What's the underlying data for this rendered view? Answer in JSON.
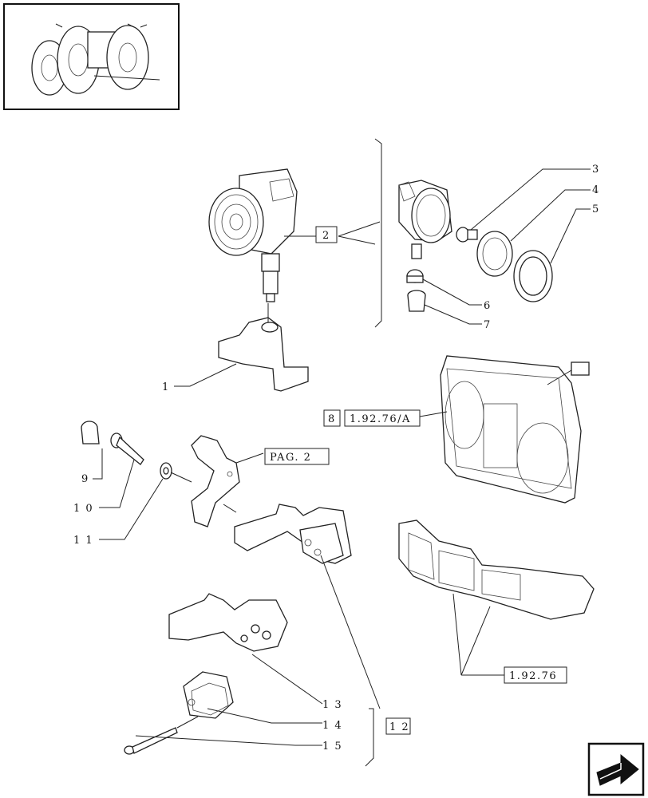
{
  "thumbnail": {
    "icon": "tractor-thumbnail-icon"
  },
  "nav": {
    "icon": "next-page-arrow-icon"
  },
  "callouts": {
    "c1": "1",
    "c2": "2",
    "c3": "3",
    "c4": "4",
    "c5": "5",
    "c6": "6",
    "c7": "7",
    "c8": "8",
    "c9": "9",
    "c10": "1 0",
    "c11": "1 1",
    "c12": "1 2",
    "c13": "1 3",
    "c14": "1 4",
    "c15": "1 5"
  },
  "references": {
    "ref8": "1.92.76/A",
    "pag2": "PAG. 2",
    "ref_bottom": "1.92.76"
  }
}
